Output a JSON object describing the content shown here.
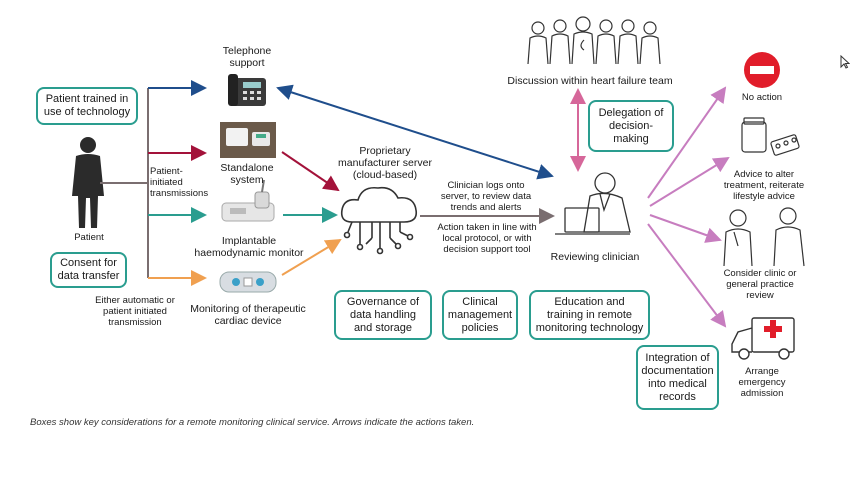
{
  "caption": "Boxes show key considerations for a remote monitoring clinical service. Arrows indicate the actions taken.",
  "patient": {
    "label": "Patient",
    "trained_box": "Patient trained in use of technology",
    "consent_box": "Consent for data transfer",
    "initiated_label": "Patient-initiated transmissions",
    "automatic_label": "Either automatic or patient initiated transmission"
  },
  "devices": {
    "telephone": "Telephone support",
    "standalone": "Standalone system",
    "implantable": "Implantable haemodynamic monitor",
    "cardiac": "Monitoring of therapeutic cardiac device"
  },
  "server": {
    "label": "Proprietary manufacturer server (cloud-based)"
  },
  "clinician": {
    "logs_text": "Clinician logs onto server, to review data trends and alerts",
    "action_text": "Action taken in line with local protocol, or with decision support tool",
    "reviewing_label": "Reviewing clinician",
    "team_label": "Discussion within heart failure team",
    "delegation_box": "Delegation of decision-making"
  },
  "considerations": {
    "governance": "Governance of data handling and storage",
    "policies": "Clinical management policies",
    "education": "Education and training in remote monitoring technology",
    "integration": "Integration of documentation into medical records"
  },
  "outcomes": {
    "no_action": "No action",
    "advice": "Advice to alter treatment, reiterate lifestyle advice",
    "clinic": "Consider clinic or general practice review",
    "emergency": "Arrange emergency admission"
  },
  "colors": {
    "navy": "#1f4e8c",
    "crimson": "#a3123a",
    "teal": "#2a9d8f",
    "orange": "#f0a050",
    "mauve": "#c77dbf",
    "gray": "#7a6e70",
    "pink": "#d6679a"
  }
}
